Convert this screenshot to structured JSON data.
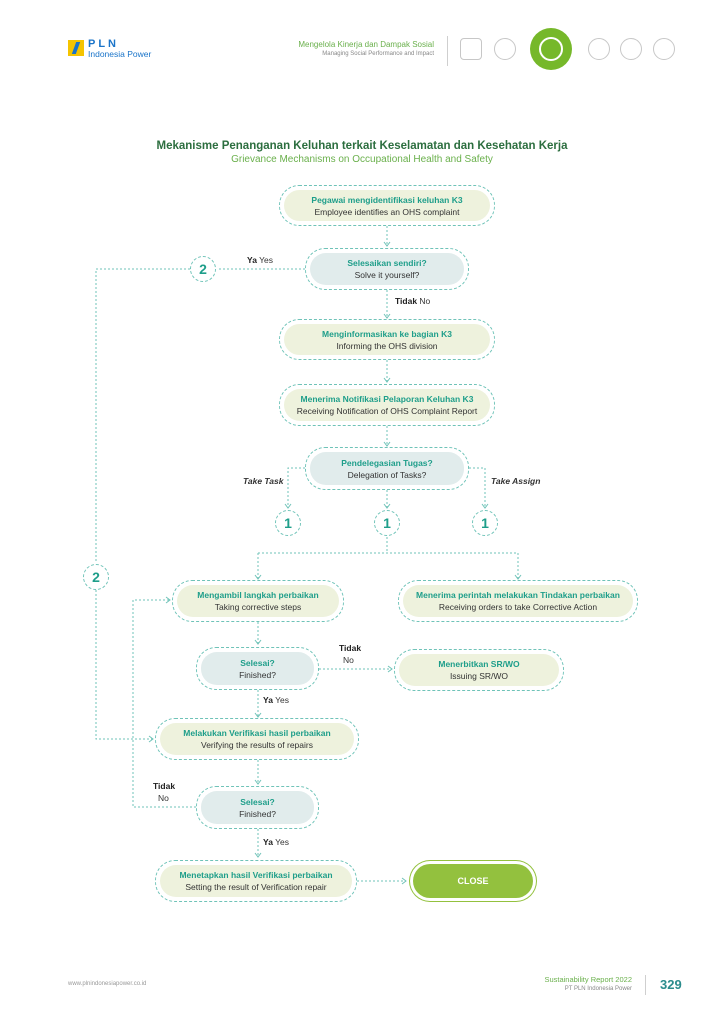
{
  "header": {
    "logo_brand": "PLN",
    "logo_sub": "Indonesia Power",
    "section_title": "Mengelola Kinerja dan Dampak Sosial",
    "section_subtitle": "Managing Social Performance and Impact",
    "nav_icons": [
      "document-icon",
      "gear-people-icon",
      "heart-hands-icon",
      "hand-care-icon",
      "plant-icon",
      "lightbulb-icon"
    ]
  },
  "title": {
    "id": "Mekanisme Penanganan Keluhan terkait Keselamatan dan Kesehatan Kerja",
    "en": "Grievance Mechanisms on Occupational Health and Safety"
  },
  "nodes": {
    "identify": {
      "id": "Pegawai mengidentifikasi keluhan K3",
      "en": "Employee identifies an OHS complaint"
    },
    "solve": {
      "id": "Selesaikan sendiri?",
      "en": "Solve it yourself?"
    },
    "inform": {
      "id": "Menginformasikan ke bagian K3",
      "en": "Informing the OHS division"
    },
    "receive_notif": {
      "id": "Menerima Notifikasi Pelaporan Keluhan K3",
      "en": "Receiving Notification of OHS Complaint Report"
    },
    "delegation": {
      "id": "Pendelegasian Tugas?",
      "en": "Delegation of Tasks?"
    },
    "corrective": {
      "id": "Mengambil langkah perbaikan",
      "en": "Taking corrective steps"
    },
    "receive_orders": {
      "id": "Menerima perintah melakukan Tindakan perbaikan",
      "en": "Receiving orders to take Corrective Action"
    },
    "finished1": {
      "id": "Selesai?",
      "en": "Finished?"
    },
    "issue": {
      "id": "Menerbitkan SR/WO",
      "en": "Issuing SR/WO"
    },
    "verify": {
      "id": "Melakukan Verifikasi hasil perbaikan",
      "en": "Verifying the results of repairs"
    },
    "finished2": {
      "id": "Selesai?",
      "en": "Finished?"
    },
    "set_result": {
      "id": "Menetapkan hasil Verifikasi perbaikan",
      "en": "Setting the result of Verification repair"
    },
    "close": "CLOSE"
  },
  "connectors": {
    "two": "2",
    "one": "1"
  },
  "labels": {
    "ya": "Ya",
    "yes": "Yes",
    "tidak": "Tidak",
    "no": "No",
    "take_task": "Take Task",
    "take_assign": "Take Assign"
  },
  "footer": {
    "url": "www.plnindonesiapower.co.id",
    "report": "Sustainability Report 2022",
    "company": "PT PLN Indonesia Power",
    "page": "329"
  },
  "colors": {
    "accent": "#1e9e8a",
    "green": "#6ab04c",
    "close": "#93c13e",
    "connector": "#6fc3b8"
  }
}
